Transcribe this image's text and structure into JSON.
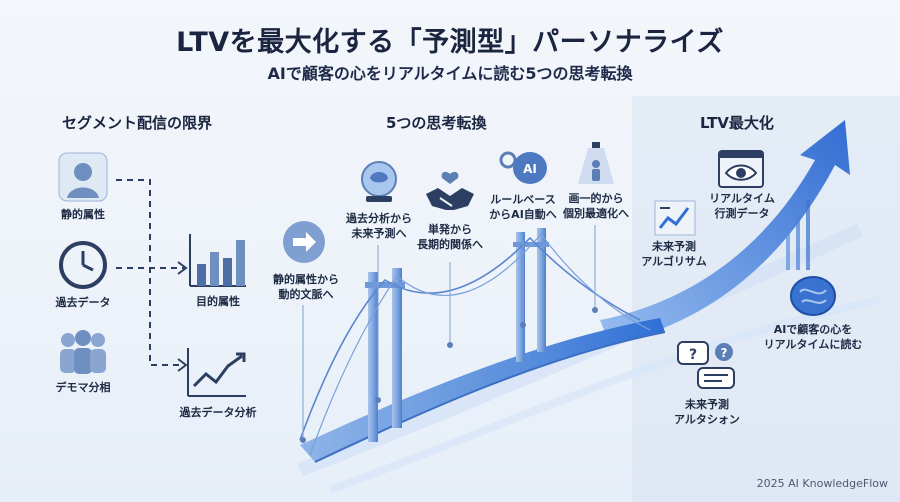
{
  "header": {
    "title": "LTVを最大化する「予測型」パーソナライズ",
    "subtitle": "AIで顧客の心をリアルタイムに読む5つの思考転換"
  },
  "sections": {
    "left": "セグメント配信の限界",
    "middle": "5つの思考転換",
    "right": "LTV最大化"
  },
  "left_items": {
    "static": "静的属性",
    "past": "過去データ",
    "demo": "デモマ分相",
    "purpose": "目的属性",
    "analysis": "過去データ分析"
  },
  "shifts": [
    {
      "line1": "静的属性から",
      "line2": "動的文脈へ"
    },
    {
      "line1": "過去分析から",
      "line2": "未来予測へ"
    },
    {
      "line1": "単発から",
      "line2": "長期的関係へ"
    },
    {
      "line1": "ルールベース",
      "line2": "からAI自動へ"
    },
    {
      "line1": "画一的から",
      "line2": "個別最適化へ"
    }
  ],
  "ai_badge": "AI",
  "right_items": {
    "realtime_l1": "リアルタイム",
    "realtime_l2": "行測データ",
    "algo_l1": "未来予測",
    "algo_l2": "アルゴリサム",
    "mind_l1": "AIで顧客の心を",
    "mind_l2": "リアルタイムに読む",
    "alert_l1": "未来予測",
    "alert_l2": "アルタシォン"
  },
  "footer": {
    "copyright": "2025 AI KnowledgeFlow"
  },
  "colors": {
    "accent": "#2f6fd6",
    "navy": "#1b2540",
    "icon": "#5b7fb5"
  }
}
